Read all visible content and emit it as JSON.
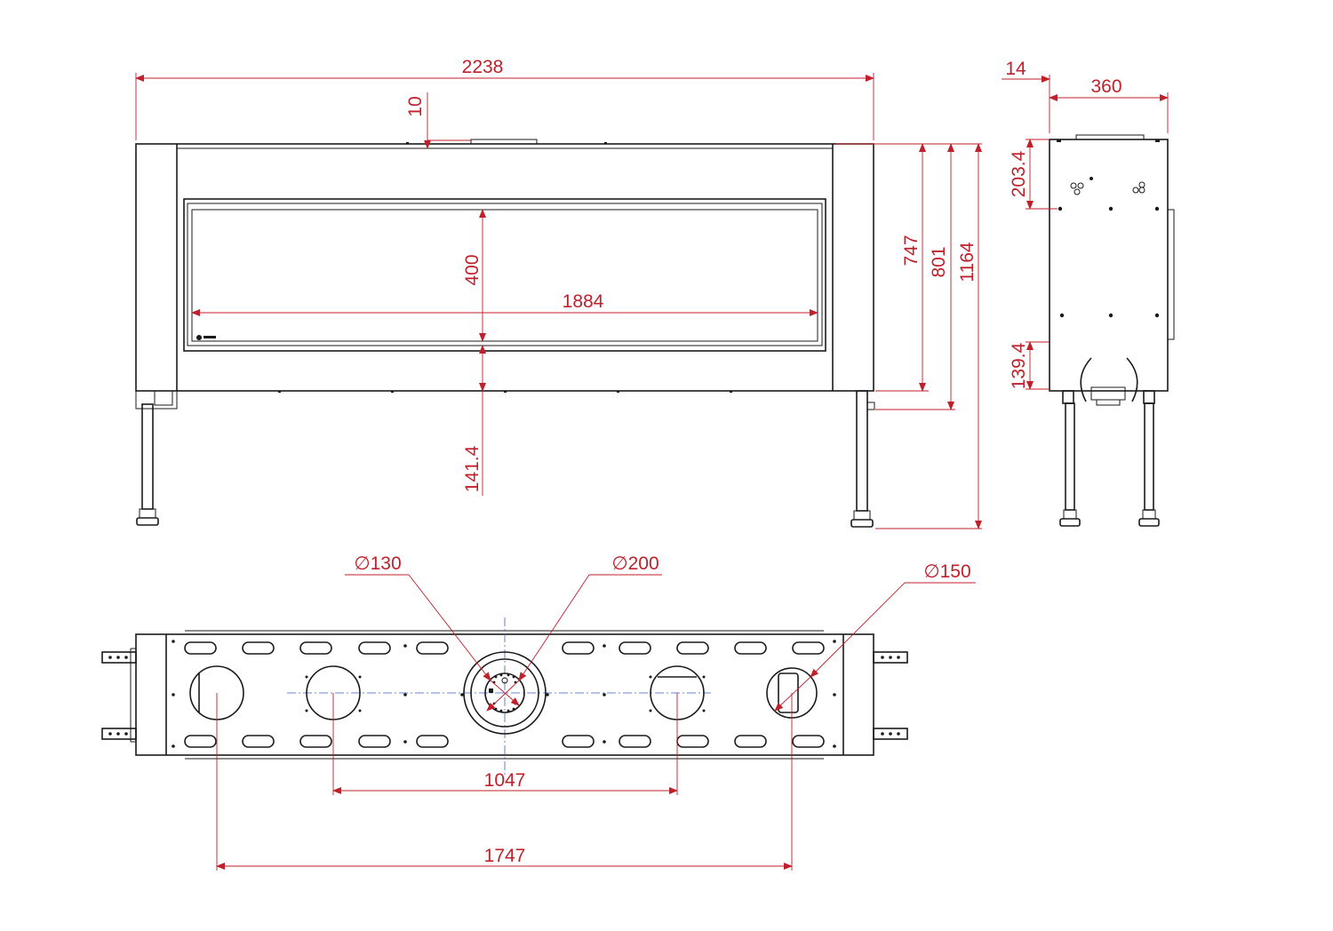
{
  "colors": {
    "dimension": "#c0202a",
    "outline": "#1a1a1a",
    "centerline": "#3a5fc8"
  },
  "front_view": {
    "overall_width": "2238",
    "top_offset": "10",
    "glass_height": "400",
    "glass_width": "1884",
    "leg_height": "141.4",
    "body_height": "747",
    "frame_height": "801",
    "overall_height": "1164"
  },
  "side_view": {
    "top_offset": "14",
    "depth": "360",
    "upper_offset": "203.4",
    "lower_offset": "139.4"
  },
  "top_view": {
    "flue_small": "∅130",
    "flue_center": "∅200",
    "flue_right": "∅150",
    "inner_spacing": "1047",
    "outer_spacing": "1747"
  }
}
